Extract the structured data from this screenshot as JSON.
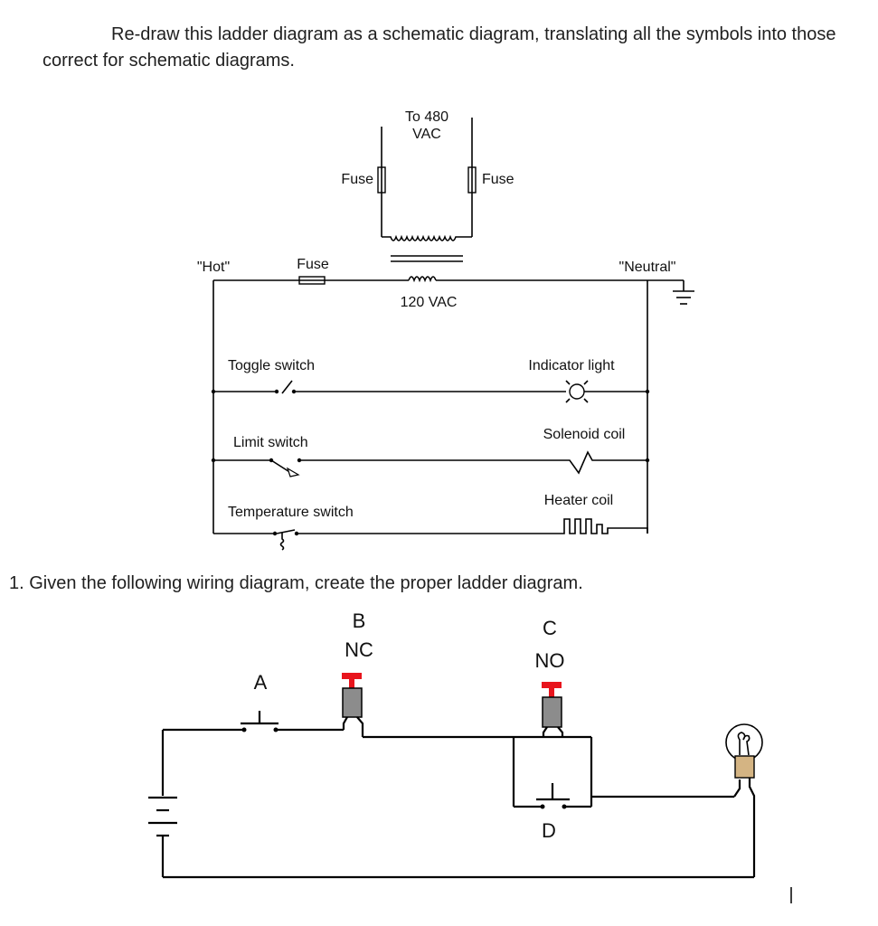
{
  "instructions": {
    "line1": "Re-draw this ladder diagram as a schematic diagram, translating all the symbols into those correct for schematic diagrams.",
    "line2": "1.  Given the following wiring diagram, create the proper ladder diagram."
  },
  "ladder": {
    "supply": "To 480",
    "supply2": "VAC",
    "fuse_left": "Fuse",
    "fuse_right": "Fuse",
    "hot": "\"Hot\"",
    "fuse_hot": "Fuse",
    "neutral": "\"Neutral\"",
    "secondary": "120 VAC",
    "toggle": "Toggle switch",
    "indicator": "Indicator light",
    "limit": "Limit switch",
    "solenoid": "Solenoid coil",
    "temperature": "Temperature switch",
    "heater": "Heater coil"
  },
  "wiring": {
    "a": "A",
    "b": "B",
    "b_type": "NC",
    "c": "C",
    "c_type": "NO",
    "d": "D"
  },
  "colors": {
    "button_red": "#e8141c",
    "button_body": "#8c8c8c",
    "lamp_base": "#d4b483"
  }
}
